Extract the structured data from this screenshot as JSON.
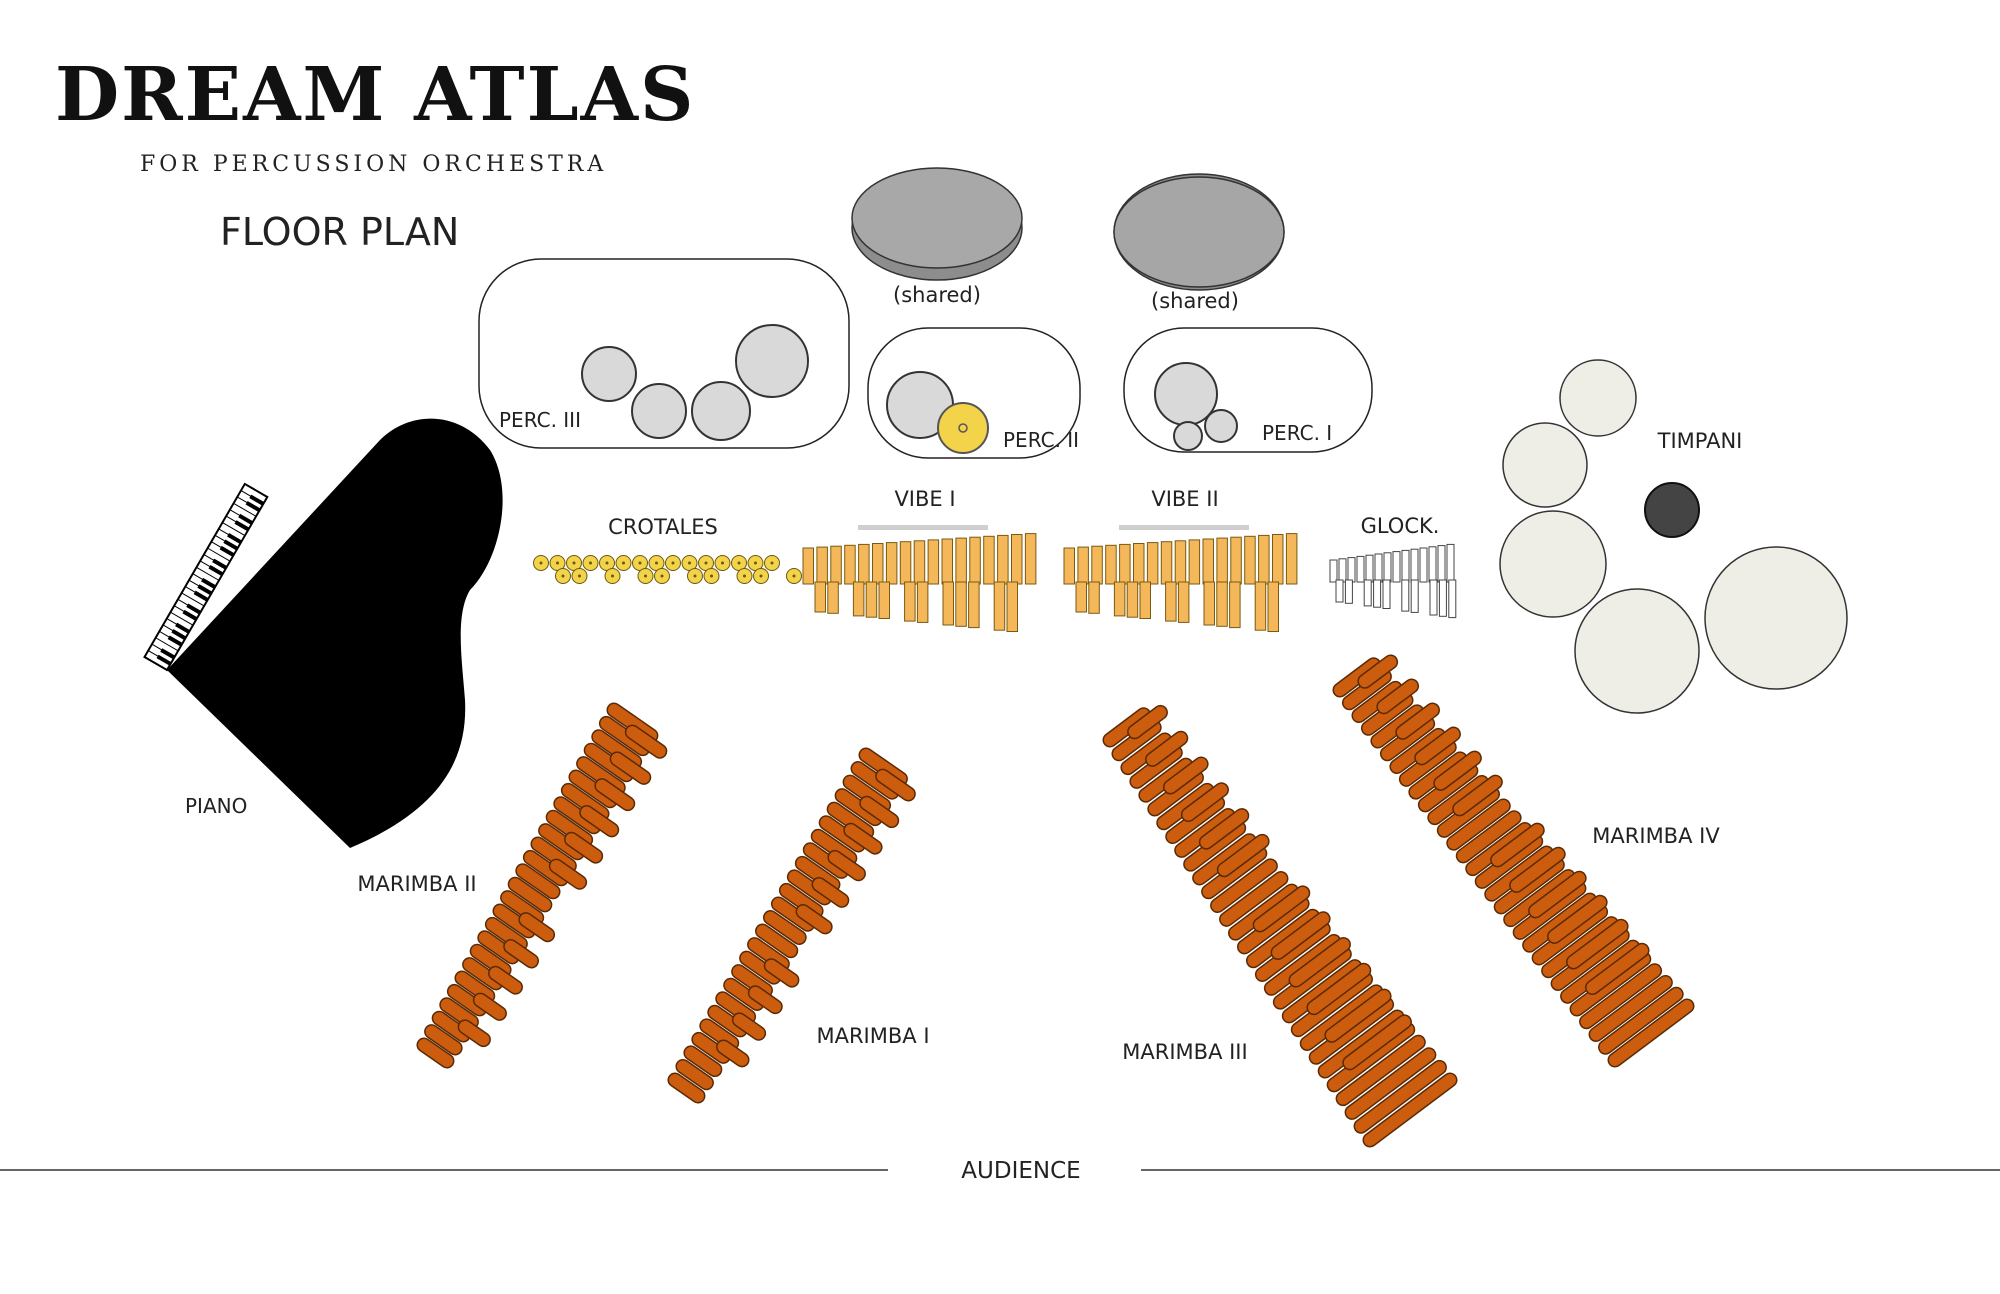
{
  "header": {
    "title": "DREAM ATLAS",
    "subtitle": "FOR PERCUSSION ORCHESTRA",
    "plan_label": "FLOOR PLAN"
  },
  "labels": {
    "perc3": "PERC. III",
    "perc2": "PERC. II",
    "perc1": "PERC. I",
    "shared_left": "(shared)",
    "shared_right": "(shared)",
    "crotales": "CROTALES",
    "vibe1": "VIBE I",
    "vibe2": "VIBE II",
    "glock": "GLOCK.",
    "timpani": "TIMPANI",
    "piano": "PIANO",
    "marimba1": "MARIMBA I",
    "marimba2": "MARIMBA II",
    "marimba3": "MARIMBA III",
    "marimba4": "MARIMBA IV",
    "audience": "AUDIENCE"
  },
  "colors": {
    "marimba_bar": "#cc5c0e",
    "vibe_bar": "#f4b85a",
    "crotale": "#f2d34a",
    "drum": "#d9d9d9",
    "shared_drum": "#a8a8a8",
    "timpani": "#efeee6",
    "piano": "#000000"
  }
}
